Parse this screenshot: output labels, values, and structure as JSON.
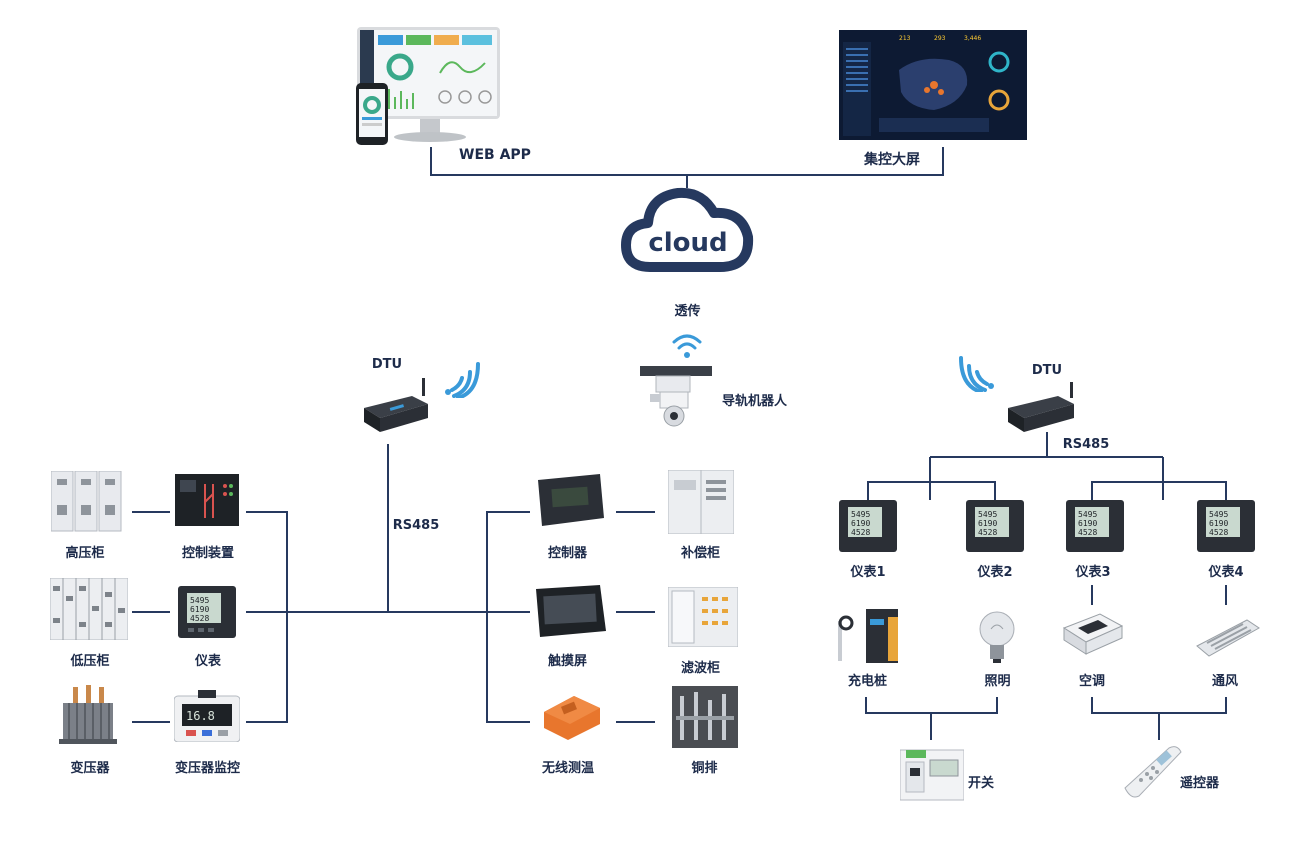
{
  "colors": {
    "line": "#26395f",
    "cloud": "#26395f",
    "wifi": "#3a9ad9",
    "device_dark": "#2b2f36",
    "meter_screen": "#c9d9cf",
    "orange": "#e8762d",
    "cabinet": "#e8eaee"
  },
  "top": {
    "web_app": "WEB  APP",
    "big_screen": "集控大屏"
  },
  "cloud": {
    "text": "cloud",
    "transmit_label": "透传",
    "robot_label": "导轨机器人"
  },
  "left_gateway": {
    "dtu_label": "DTU",
    "bus_label": "RS485"
  },
  "right_gateway": {
    "dtu_label": "DTU",
    "bus_label": "RS485"
  },
  "left_devices": {
    "high_voltage_cabinet": "高压柜",
    "control_device": "控制装置",
    "low_voltage_cabinet": "低压柜",
    "meter": "仪表",
    "transformer": "变压器",
    "transformer_monitor": "变压器监控"
  },
  "middle_devices": {
    "controller": "控制器",
    "compensation_cabinet": "补偿柜",
    "touch_screen": "触摸屏",
    "filter_cabinet": "滤波柜",
    "wireless_temp": "无线测温",
    "copper_bar": "铜排"
  },
  "right_devices": {
    "meter1": "仪表1",
    "meter2": "仪表2",
    "meter3": "仪表3",
    "meter4": "仪表4",
    "charging_pile": "充电桩",
    "lighting": "照明",
    "air_conditioner": "空调",
    "ventilation": "通风",
    "switch": "开关",
    "remote": "遥控器"
  },
  "meter_display": [
    "5495",
    "6190",
    "4528"
  ]
}
